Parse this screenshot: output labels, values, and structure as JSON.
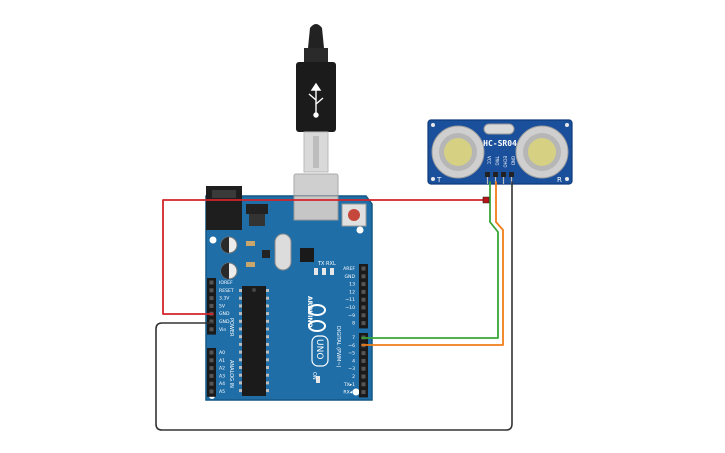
{
  "sensor": {
    "model": "HC-SR04",
    "corner_left": "T",
    "corner_right": "R",
    "pins": [
      "VCC",
      "TRIG",
      "ECHO",
      "GND"
    ]
  },
  "board": {
    "logo_text": "ARDUINO",
    "model_text": "UNO",
    "tx_label": "TX",
    "rx_label": "RX",
    "l_label": "L",
    "on_label": "ON",
    "digital_label": "DIGITAL (PWM~)",
    "power_label": "POWER",
    "analog_label": "ANALOG IN",
    "power_pins": [
      "IOREF",
      "RESET",
      "3.3V",
      "5V",
      "GND",
      "GND",
      "Vin"
    ],
    "analog_pins": [
      "A0",
      "A1",
      "A2",
      "A3",
      "A4",
      "A5"
    ],
    "digital_pins_top": [
      "AREF",
      "GND",
      "13",
      "12",
      "~11",
      "~10",
      "~9",
      "8"
    ],
    "digital_pins_bottom": [
      "7",
      "~6",
      "~5",
      "4",
      "~3",
      "2",
      "TX▸1",
      "RX◂0"
    ]
  },
  "colors": {
    "board": "#1f6ea8",
    "board_dark": "#155a8c",
    "sensor": "#1a4f9c",
    "wire_power": "#d3242a",
    "wire_ground": "#333333",
    "wire_trig": "#3aa536",
    "wire_echo": "#f07d1a"
  }
}
